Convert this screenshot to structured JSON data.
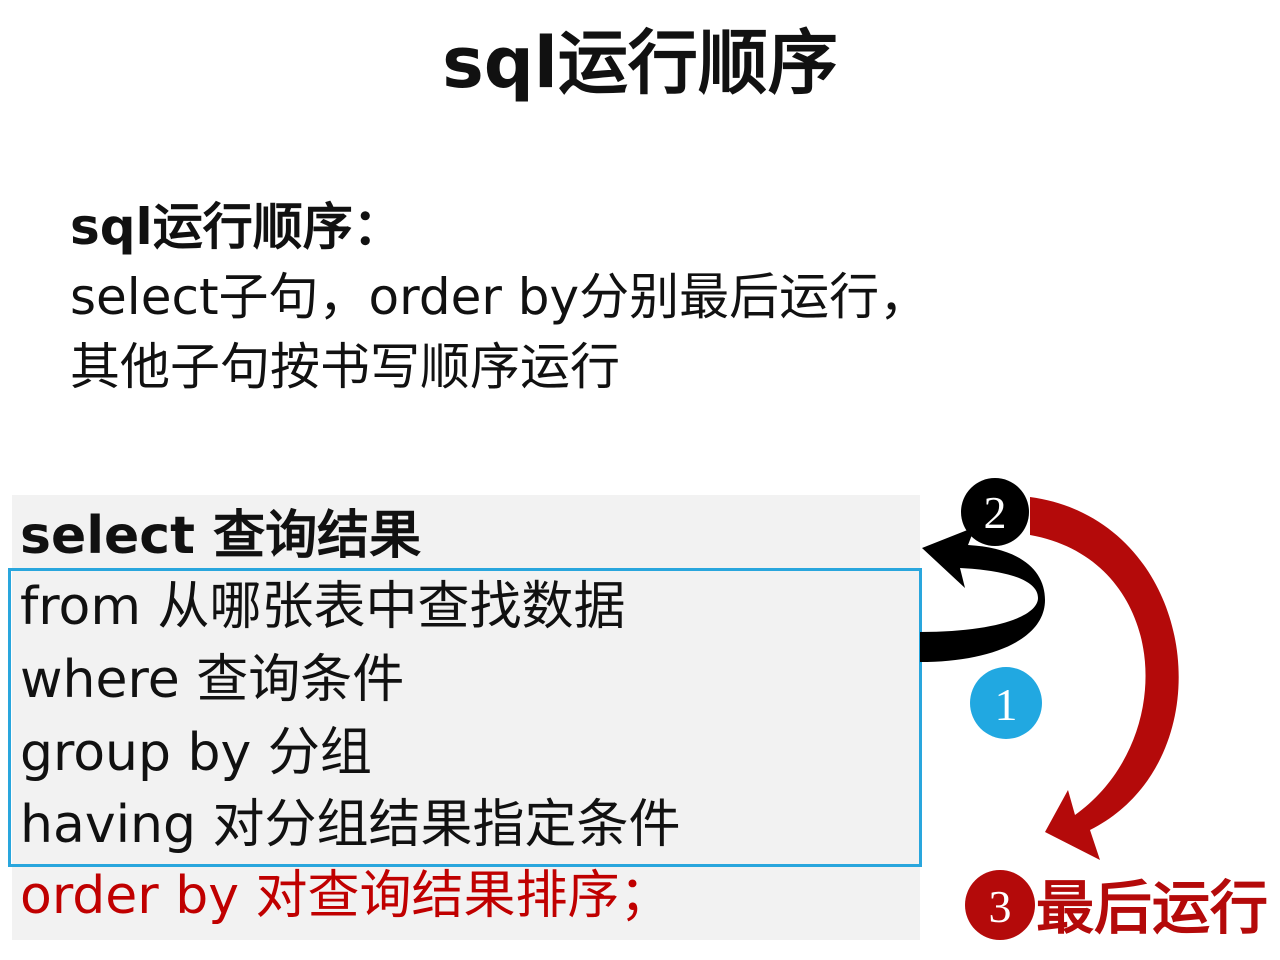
{
  "title": "sql运行顺序",
  "intro": {
    "heading": "sql运行顺序：",
    "line1": "select子句，order by分别最后运行，",
    "line2": "其他子句按书写顺序运行"
  },
  "clauses": [
    {
      "text": "select 查询结果",
      "color": "#111111",
      "bold": true
    },
    {
      "text": "from 从哪张表中查找数据",
      "color": "#111111"
    },
    {
      "text": "where 查询条件",
      "color": "#111111"
    },
    {
      "text": "group by 分组",
      "color": "#111111"
    },
    {
      "text": "having 对分组结果指定条件",
      "color": "#111111"
    },
    {
      "text": "order by 对查询结果排序；",
      "color": "#c00000"
    }
  ],
  "steps": {
    "one": "1",
    "two": "2",
    "three": "3",
    "last_label": "最后运行"
  },
  "colors": {
    "blue": "#29a6dd",
    "red": "#b40a0a",
    "black": "#000000",
    "box_bg": "#f2f2f2"
  }
}
